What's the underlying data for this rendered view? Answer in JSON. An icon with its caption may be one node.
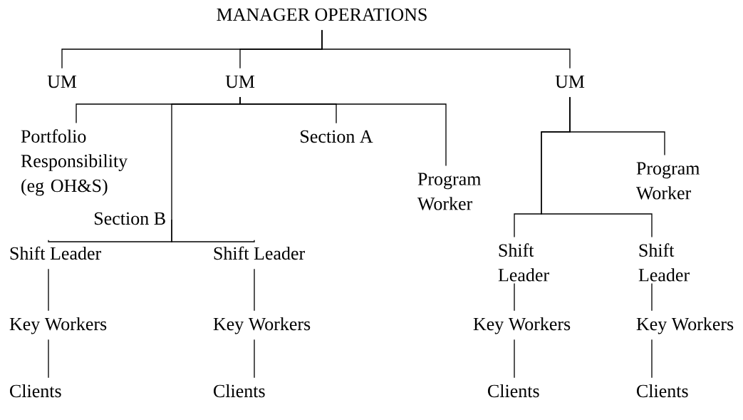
{
  "diagram": {
    "nodes": [
      {
        "text": [
          "MANAGER OPERATIONS"
        ]
      },
      {
        "text": [
          "UM"
        ]
      },
      {
        "text": [
          "UM"
        ]
      },
      {
        "text": [
          "UM"
        ]
      },
      {
        "text": [
          "Portfolio Responsibility (eg OH&S)"
        ]
      },
      {
        "text": [
          "Section A"
        ]
      },
      {
        "text": [
          "Program Worker"
        ]
      },
      {
        "text": [
          "Program Worker"
        ]
      },
      {
        "text": [
          "Section B"
        ]
      },
      {
        "text": [
          "Shift Leader"
        ]
      },
      {
        "text": [
          "Shift Leader"
        ]
      },
      {
        "text": [
          "Key Workers"
        ]
      },
      {
        "text": [
          "Key Workers"
        ]
      },
      {
        "text": [
          "Clients"
        ]
      },
      {
        "text": [
          "Clients"
        ]
      },
      {
        "text": [
          "Shift Leader"
        ]
      },
      {
        "text": [
          "Shift Leader"
        ]
      },
      {
        "text": [
          "Key Workers"
        ]
      },
      {
        "text": [
          "Key Workers"
        ]
      },
      {
        "text": [
          "Clients"
        ]
      },
      {
        "text": [
          "Clients"
        ]
      }
    ],
    "edges": [
      {
        "from": 0,
        "to": 1,
        "arrow": "none"
      },
      {
        "from": 0,
        "to": 2,
        "arrow": "none"
      },
      {
        "from": 0,
        "to": 3,
        "arrow": "none"
      },
      {
        "from": 2,
        "to": 4,
        "arrow": "none"
      },
      {
        "from": 2,
        "to": 8,
        "arrow": "none"
      },
      {
        "from": 2,
        "to": 5,
        "arrow": "none"
      },
      {
        "from": 2,
        "to": 6,
        "arrow": "none"
      },
      {
        "from": 8,
        "to": 9,
        "arrow": "none"
      },
      {
        "from": 8,
        "to": 10,
        "arrow": "none"
      },
      {
        "from": 9,
        "to": 11,
        "arrow": "none"
      },
      {
        "from": 10,
        "to": 12,
        "arrow": "none"
      },
      {
        "from": 11,
        "to": 13,
        "arrow": "none"
      },
      {
        "from": 12,
        "to": 14,
        "arrow": "none"
      },
      {
        "from": 3,
        "to": 7,
        "arrow": "none"
      },
      {
        "from": 3,
        "to": 15,
        "arrow": "none"
      },
      {
        "from": 3,
        "to": 16,
        "arrow": "none"
      },
      {
        "from": 15,
        "to": 17,
        "arrow": "none"
      },
      {
        "from": 16,
        "to": 18,
        "arrow": "none"
      },
      {
        "from": 17,
        "to": 19,
        "arrow": "none"
      },
      {
        "from": 18,
        "to": 20,
        "arrow": "none"
      }
    ]
  }
}
